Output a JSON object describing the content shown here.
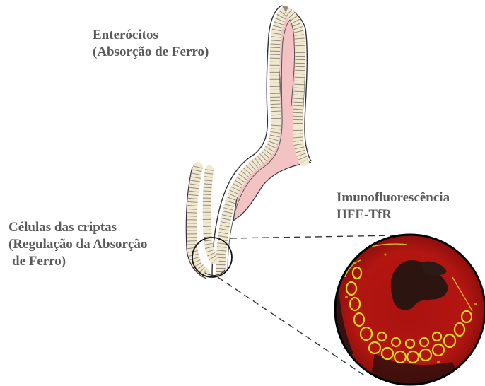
{
  "labels": {
    "enterocytes": {
      "line1": "Enterócitos",
      "line2": "(Absorção de Ferro)"
    },
    "crypt_cells": {
      "line1": "Células das criptas",
      "line2": "(Regulação da Absorção",
      "line3": "de Ferro)"
    },
    "immunofluorescence": {
      "line1": "Imunofluorescência",
      "line2": "HFE-TfR"
    }
  },
  "colors": {
    "label_text": "#5a5a5a",
    "lamina_propria": "#f3c3c3",
    "epithelium_fill": "#f1e8cf",
    "outline": "#222222",
    "micrograph_background": "#b51410",
    "micrograph_fluorescence": "#d9d626"
  }
}
